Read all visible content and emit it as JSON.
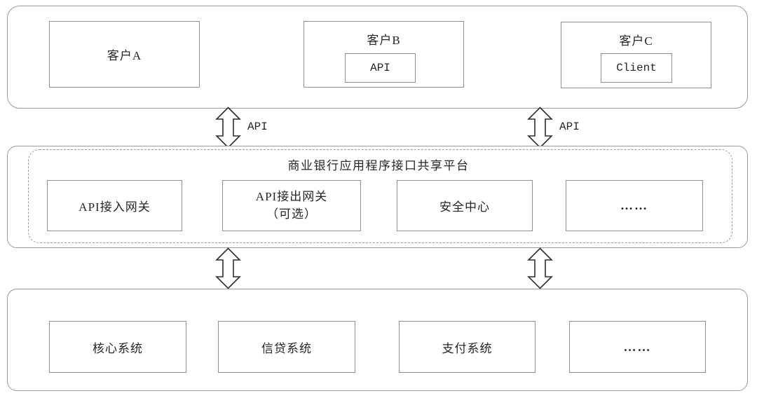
{
  "colors": {
    "background": "#ffffff",
    "container_border": "#9b9b9b",
    "box_border": "#8f8f8f",
    "text": "#262626",
    "arrow_stroke": "#2e2e2e"
  },
  "client_layer": {
    "clients": [
      {
        "label": "客户A"
      },
      {
        "label": "客户B",
        "inner_label": "API"
      },
      {
        "label": "客户C",
        "inner_label": "Client"
      }
    ]
  },
  "api_links": {
    "left_label": "API",
    "right_label": "API"
  },
  "platform_layer": {
    "title": "商业银行应用程序接口共享平台",
    "modules": [
      {
        "label": "API接入网关"
      },
      {
        "label": "API接出网关",
        "sublabel": "（可选）"
      },
      {
        "label": "安全中心"
      },
      {
        "label": "……"
      }
    ]
  },
  "system_layer": {
    "systems": [
      {
        "label": "核心系统"
      },
      {
        "label": "信贷系统"
      },
      {
        "label": "支付系统"
      },
      {
        "label": "……"
      }
    ]
  }
}
